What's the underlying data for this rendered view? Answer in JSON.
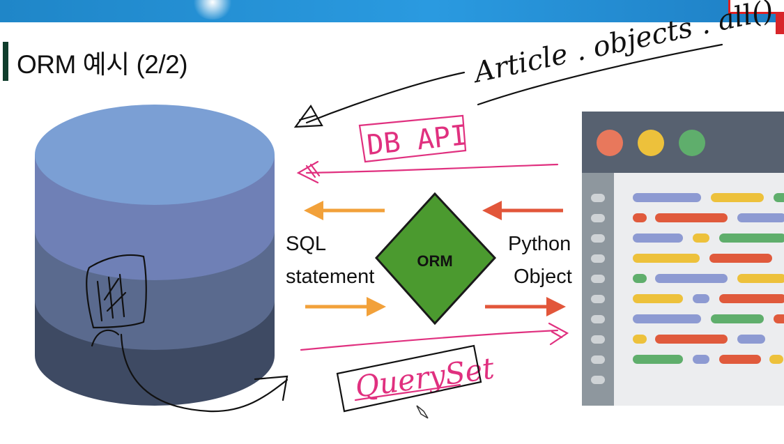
{
  "slide": {
    "title": "ORM 예시 (2/2)"
  },
  "diagram": {
    "left_labels": [
      "SQL",
      "statement"
    ],
    "right_labels": [
      "Python",
      "Object"
    ],
    "center_label": "ORM"
  },
  "handwriting": {
    "top_note": "Article . objects . all()",
    "db_api": "DB API",
    "queryset": "QuerySet"
  },
  "colors": {
    "header_blue": "#1f86c8",
    "title_accent": "#0f3d2c",
    "orm_green": "#4b9a2f",
    "arrow_orange": "#f2a13a",
    "arrow_red": "#e2563a",
    "ink_pink": "#e0307f"
  },
  "icons": [
    "database-icon",
    "code-window-icon",
    "cursor-pencil-icon"
  ]
}
